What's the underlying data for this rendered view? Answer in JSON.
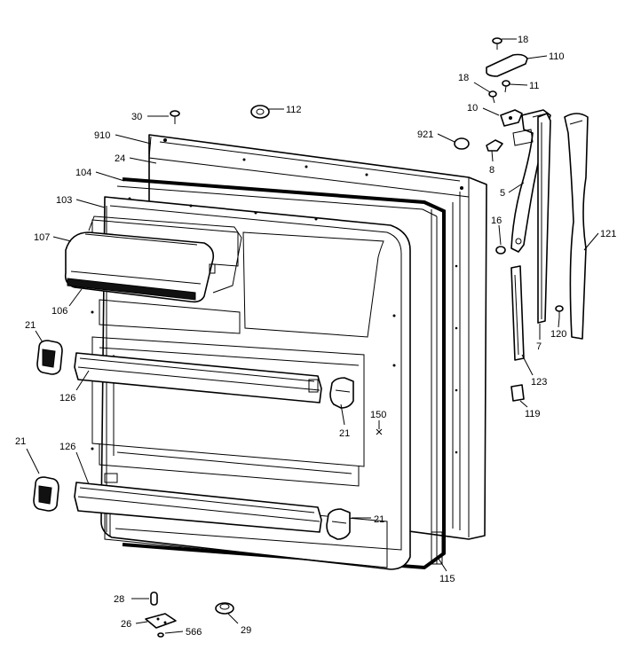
{
  "callouts": [
    {
      "id": "c-18a",
      "text": "18"
    },
    {
      "id": "c-110",
      "text": "110"
    },
    {
      "id": "c-18b",
      "text": "18"
    },
    {
      "id": "c-11",
      "text": "11"
    },
    {
      "id": "c-10",
      "text": "10"
    },
    {
      "id": "c-30",
      "text": "30"
    },
    {
      "id": "c-112",
      "text": "112"
    },
    {
      "id": "c-910",
      "text": "910"
    },
    {
      "id": "c-921",
      "text": "921"
    },
    {
      "id": "c-24",
      "text": "24"
    },
    {
      "id": "c-8",
      "text": "8"
    },
    {
      "id": "c-104",
      "text": "104"
    },
    {
      "id": "c-103",
      "text": "103"
    },
    {
      "id": "c-5",
      "text": "5"
    },
    {
      "id": "c-16",
      "text": "16"
    },
    {
      "id": "c-121",
      "text": "121"
    },
    {
      "id": "c-107",
      "text": "107"
    },
    {
      "id": "c-106",
      "text": "106"
    },
    {
      "id": "c-120",
      "text": "120"
    },
    {
      "id": "c-7",
      "text": "7"
    },
    {
      "id": "c-21a",
      "text": "21"
    },
    {
      "id": "c-123",
      "text": "123"
    },
    {
      "id": "c-126a",
      "text": "126"
    },
    {
      "id": "c-119",
      "text": "119"
    },
    {
      "id": "c-21b",
      "text": "21"
    },
    {
      "id": "c-150",
      "text": "150"
    },
    {
      "id": "c-21c",
      "text": "21"
    },
    {
      "id": "c-126b",
      "text": "126"
    },
    {
      "id": "c-21d",
      "text": "21"
    },
    {
      "id": "c-115",
      "text": "115"
    },
    {
      "id": "c-28",
      "text": "28"
    },
    {
      "id": "c-26",
      "text": "26"
    },
    {
      "id": "c-566",
      "text": "566"
    },
    {
      "id": "c-29",
      "text": "29"
    }
  ]
}
